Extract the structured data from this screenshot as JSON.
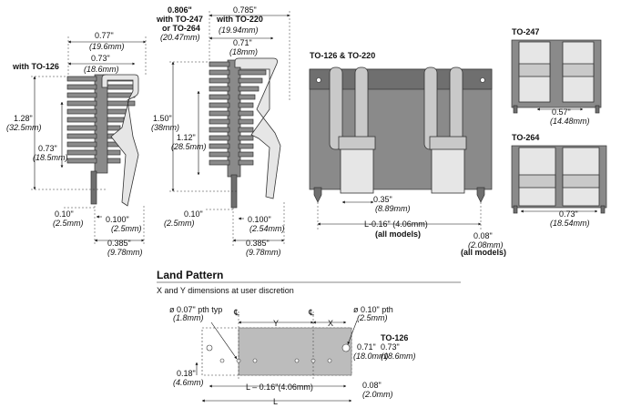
{
  "labels": {
    "view1_title": "with TO-126",
    "view3_title": "TO-126 & TO-220",
    "view4_title": "TO-247",
    "view5_title": "TO-264",
    "land_title": "Land Pattern",
    "land_subtitle": "X and Y dimensions at user discretion",
    "all_models_1": "(all models)",
    "all_models_2": "(all models)"
  },
  "dims": {
    "v1_width": "0.77\"",
    "v1_width_mm": "(19.6mm)",
    "v1_fin": "0.73\"",
    "v1_fin_mm": "(18.6mm)",
    "v1_height": "1.28\"",
    "v1_height_mm": "(32.5mm)",
    "v1_body": "0.73\"",
    "v1_body_mm": "(18.5mm)",
    "v1_pin": "0.10\"",
    "v1_pin_mm": "(2.5mm)",
    "v1_pin_sp": "0.100\"",
    "v1_pin_sp_mm": "(2.5mm)",
    "v1_depth": "0.385\"",
    "v1_depth_mm": "(9.78mm)",
    "v2_w1": "0.806\"",
    "v2_w1_note1": "with TO-247",
    "v2_w1_note2": "or TO-264",
    "v2_w1_mm": "(20.47mm)",
    "v2_w2": "0.785\"",
    "v2_w2_note": "with TO-220",
    "v2_w2_mm": "(19.94mm)",
    "v2_fin": "0.71\"",
    "v2_fin_mm": "(18mm)",
    "v2_height": "1.50\"",
    "v2_height_mm": "(38mm)",
    "v2_body": "1.12\"",
    "v2_body_mm": "(28.5mm)",
    "v2_pin": "0.10\"",
    "v2_pin_mm": "(2.5mm)",
    "v2_pin_sp": "0.100\"",
    "v2_pin_sp_mm": "(2.54mm)",
    "v2_depth": "0.385\"",
    "v2_depth_mm": "(9.78mm)",
    "v3_clip": "0.35\"",
    "v3_clip_mm": "(8.89mm)",
    "v3_L": "L-0.16\" (4.06mm)",
    "v3_pin": "0.08\"",
    "v3_pin_mm": "(2.08mm)",
    "v4_w": "0.57\"",
    "v4_w_mm": "(14.48mm)",
    "v5_w": "0.73\"",
    "v5_w_mm": "(18.54mm)",
    "lp_hole1": "ø 0.07\" pth typ",
    "lp_hole1_mm": "(1.8mm)",
    "lp_hole2": "ø 0.10\" pth",
    "lp_hole2_mm": "(2.5mm)",
    "lp_Y": "Y",
    "lp_X": "X",
    "lp_cl1": "℄",
    "lp_cl2": "℄",
    "lp_to126": "TO-126",
    "lp_to126_v": "0.73\"",
    "lp_to126_mm": "(18.6mm)",
    "lp_071": "0.71\"",
    "lp_071_mm": "(18.0mm)",
    "lp_018": "0.18\"",
    "lp_018_mm": "(4.6mm)",
    "lp_L016": "L – 0.16\"(4.06mm)",
    "lp_008": "0.08\"",
    "lp_008_mm": "(2.0mm)",
    "lp_L": "L"
  }
}
